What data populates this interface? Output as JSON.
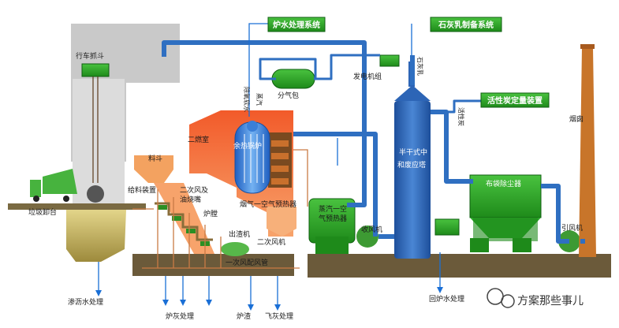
{
  "diagram": {
    "boxes": {
      "water_treatment": "炉水处理系统",
      "lime_slurry": "石灰乳制备系统",
      "activated_carbon": "活性炭定量装置"
    },
    "labels": {
      "crane": "行车抓斗",
      "unloading_platform": "垃圾卸台",
      "hopper": "料斗",
      "feeder": "给料装置",
      "secondary_chamber": "二燃室",
      "secondary_air_line1": "二次风及",
      "secondary_air_line2": "油烧嘴",
      "grate": "炉膛",
      "slag_extractor": "出渣机",
      "secondary_fan": "二次风机",
      "primary_air_duct": "一次风配风管",
      "waste_heat_boiler": "余热锅炉",
      "flue_air_preheater": "烟气一空气预热器",
      "steam_air_heater_line1": "蒸汽一空",
      "steam_air_heater_line2": "气预热器",
      "steam_header": "分气包",
      "generator": "发电机组",
      "scrubber_line1": "半干式中",
      "scrubber_line2": "和废应塔",
      "induced_fan": "收风机",
      "bag_filter": "布袋除尘器",
      "induced_fan_2": "引风机",
      "chimney": "烟囱",
      "leachate": "渗沥水处理",
      "furnace_ash": "炉灰处理",
      "slag_treatment": "炉渣",
      "fly_ash_treatment": "飞灰处理",
      "return_water": "回炉水处理",
      "deaerated_water": "除氧软水",
      "steam": "蒸汽",
      "lime_slurry": "石灰乳",
      "activated_carbon": "活性炭"
    },
    "watermark": "方案那些事儿"
  }
}
